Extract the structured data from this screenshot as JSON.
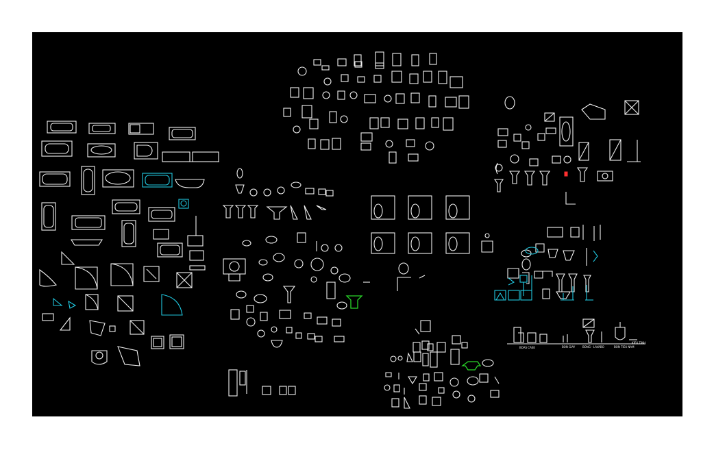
{
  "drawing": {
    "background_color": "#000000",
    "page_color": "#ffffff",
    "line_color": "#f2f2f2",
    "accent_cyan": "#20c8e0",
    "accent_green": "#29d629",
    "accent_red": "#ff3030"
  },
  "elevation_labels": [
    "BOAS CASE",
    "BON GIAY",
    "BONG - LAVABO",
    "BON TIEU NAM",
    "KIEU TINH"
  ],
  "groups": [
    {
      "name": "bathtubs",
      "color": "white/cyan"
    },
    {
      "name": "toilets-plan",
      "color": "white"
    },
    {
      "name": "lavabos",
      "color": "white/green"
    },
    {
      "name": "mirrors-and-accessories",
      "color": "white/red"
    },
    {
      "name": "bathroom-elevation",
      "color": "white"
    },
    {
      "name": "urinals-and-toilets",
      "color": "white/green"
    }
  ]
}
